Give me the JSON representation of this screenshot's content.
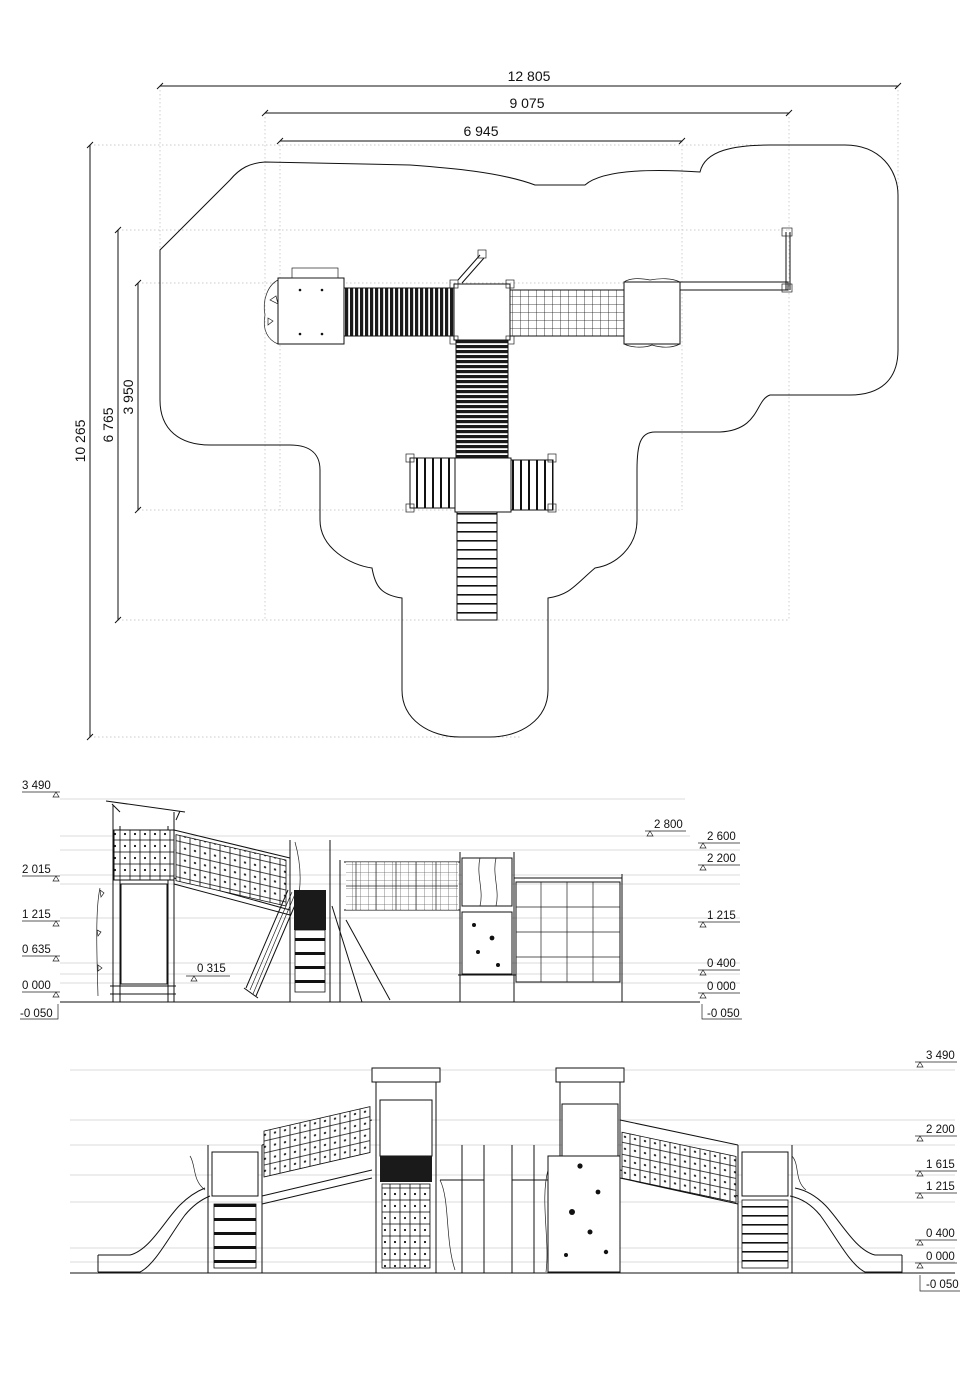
{
  "plan": {
    "dimensions": {
      "width_overall": "12 805",
      "width_middle": "9 075",
      "width_inner": "6 945",
      "height_overall": "10 265",
      "height_middle": "6 765",
      "height_inner": "3 950"
    }
  },
  "elevation_front": {
    "levels_left": [
      "3 490",
      "2 015",
      "1 215",
      "0 635",
      "0 000",
      "-0 050"
    ],
    "level_slide": "0 315",
    "levels_right": [
      "2 800",
      "2 600",
      "2 200",
      "1 215",
      "0 400",
      "0 000",
      "-0 050"
    ]
  },
  "elevation_side": {
    "levels_right": [
      "3 490",
      "2 200",
      "1 615",
      "1 215",
      "0 400",
      "0 000",
      "-0 050"
    ]
  }
}
